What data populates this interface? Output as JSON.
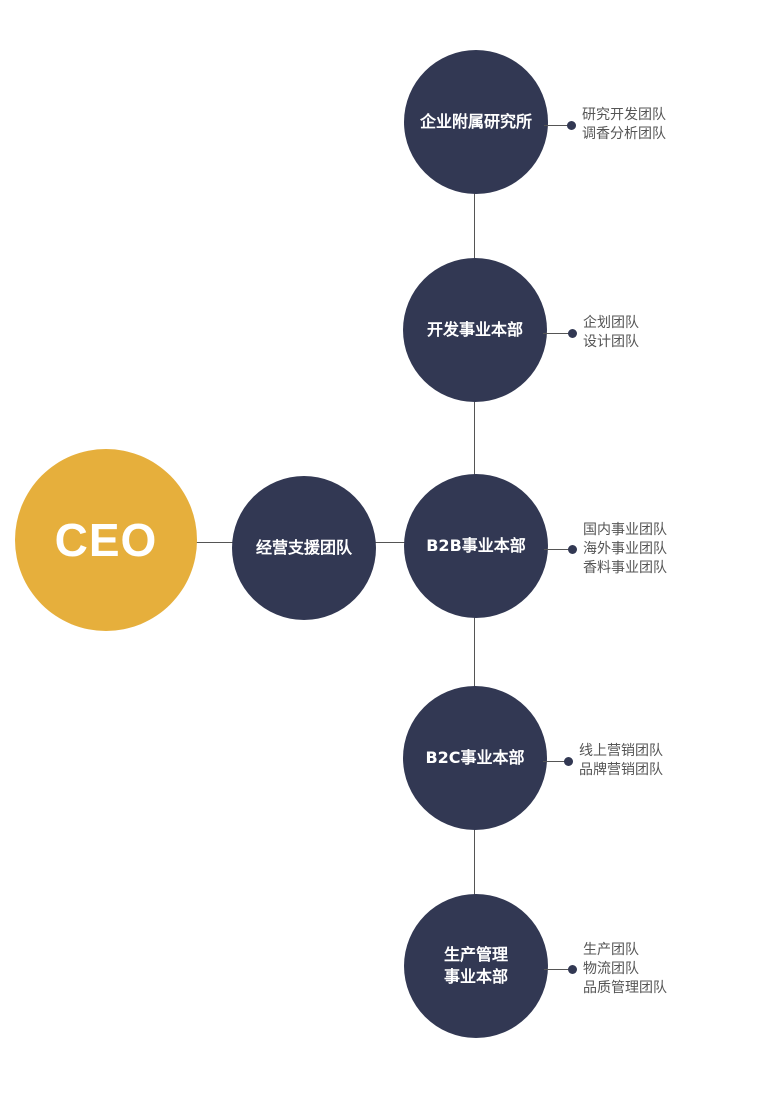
{
  "ceo": "CEO",
  "support": "经营支援团队",
  "units": [
    {
      "name": "企业附属研究所",
      "teams": [
        "研究开发团队",
        "调香分析团队"
      ]
    },
    {
      "name": "开发事业本部",
      "teams": [
        "企划团队",
        "设计团队"
      ]
    },
    {
      "name": "B2B事业本部",
      "teams": [
        "国内事业团队",
        "海外事业团队",
        "香料事业团队"
      ]
    },
    {
      "name": "B2C事业本部",
      "teams": [
        "线上营销团队",
        "品牌营销团队"
      ]
    },
    {
      "name": "生产管理\n事业本部",
      "teams": [
        "生产团队",
        "物流团队",
        "品质管理团队"
      ]
    }
  ],
  "colors": {
    "circle": "#323853",
    "ceo": "#e6af3c"
  }
}
